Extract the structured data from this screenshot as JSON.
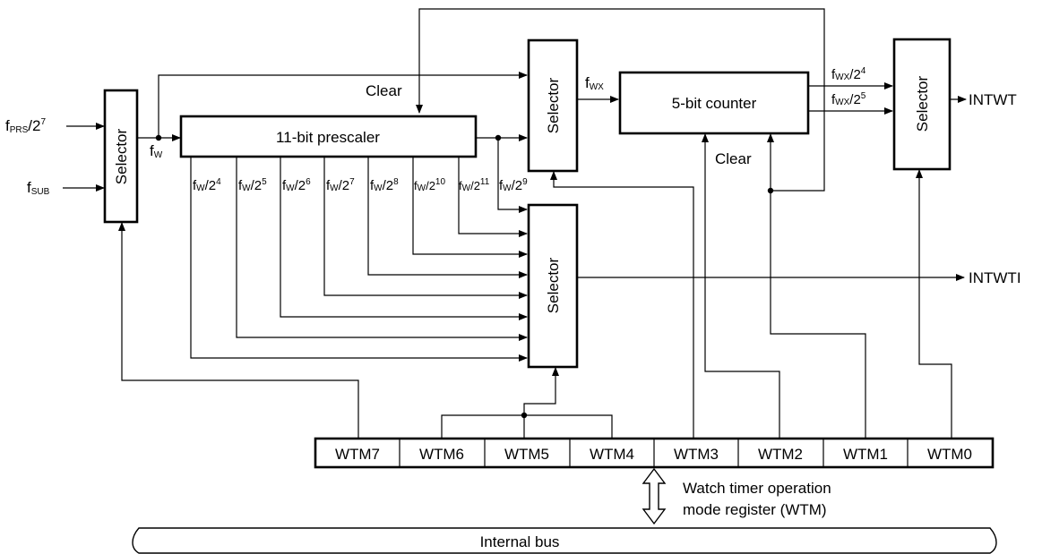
{
  "inputs": {
    "fprs": {
      "main": "f",
      "sub": "PRS",
      "rest": "/2",
      "sup": "7"
    },
    "fsub": {
      "main": "f",
      "sub": "SUB"
    }
  },
  "blocks": {
    "selector_label": "Selector",
    "prescaler": "11-bit prescaler",
    "counter": "5-bit counter"
  },
  "signals": {
    "fw": {
      "main": "f",
      "sub": "W"
    },
    "fwx": {
      "main": "f",
      "sub": "WX"
    },
    "clear": "Clear",
    "prescaler_taps": [
      {
        "main": "f",
        "sub": "W",
        "rest": "/2",
        "sup": "4"
      },
      {
        "main": "f",
        "sub": "W",
        "rest": "/2",
        "sup": "5"
      },
      {
        "main": "f",
        "sub": "W",
        "rest": "/2",
        "sup": "6"
      },
      {
        "main": "f",
        "sub": "W",
        "rest": "/2",
        "sup": "7"
      },
      {
        "main": "f",
        "sub": "W",
        "rest": "/2",
        "sup": "8"
      },
      {
        "main": "f",
        "sub": "W",
        "rest": "/2",
        "sup": "10"
      },
      {
        "main": "f",
        "sub": "W",
        "rest": "/2",
        "sup": "11"
      },
      {
        "main": "f",
        "sub": "W",
        "rest": "/2",
        "sup": "9"
      }
    ],
    "counter_taps": [
      {
        "main": "f",
        "sub": "WX",
        "rest": "/2",
        "sup": "4"
      },
      {
        "main": "f",
        "sub": "WX",
        "rest": "/2",
        "sup": "5"
      }
    ]
  },
  "outputs": {
    "intwt": "INTWT",
    "intwti": "INTWTI"
  },
  "register": {
    "bits": [
      "WTM7",
      "WTM6",
      "WTM5",
      "WTM4",
      "WTM3",
      "WTM2",
      "WTM1",
      "WTM0"
    ],
    "caption_line1": "Watch timer operation",
    "caption_line2": "mode register (WTM)"
  },
  "bus": {
    "label": "Internal bus"
  }
}
